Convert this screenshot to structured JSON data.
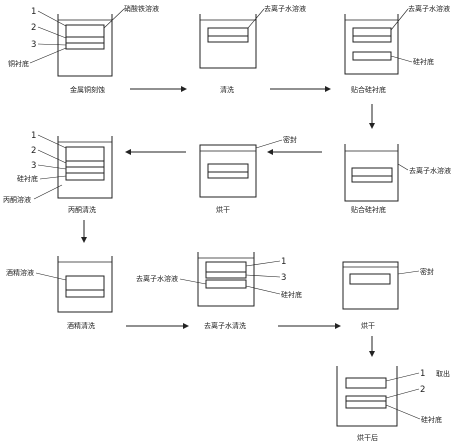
{
  "steps": {
    "s1": {
      "caption": "金属铜刻蚀",
      "solution": "硝酸铁溶液",
      "substrate": "铜衬底",
      "n1": "1",
      "n2": "2",
      "n3": "3"
    },
    "s2": {
      "caption": "清洗",
      "solution": "去离子水溶液"
    },
    "s3": {
      "caption": "贴合硅衬底",
      "solution": "去离子水溶液",
      "substrate": "硅衬底"
    },
    "s4": {
      "caption": "贴合硅衬底",
      "solution": "去离子水溶液"
    },
    "s5": {
      "caption": "烘干",
      "label": "密封"
    },
    "s6": {
      "caption": "丙酮清洗",
      "solution": "丙酮溶液",
      "substrate": "硅衬底",
      "n1": "1",
      "n2": "2",
      "n3": "3"
    },
    "s7": {
      "caption": "酒精清洗",
      "solution": "酒精溶液"
    },
    "s8": {
      "caption": "去离子水清洗",
      "solution": "去离子水溶液",
      "substrate": "硅衬底",
      "n1": "1",
      "n3": "3"
    },
    "s9": {
      "caption": "烘干",
      "label": "密封"
    },
    "s10": {
      "caption": "烘干后",
      "n1": "1",
      "takeout": "取出",
      "n2": "2",
      "substrate": "硅衬底"
    }
  }
}
